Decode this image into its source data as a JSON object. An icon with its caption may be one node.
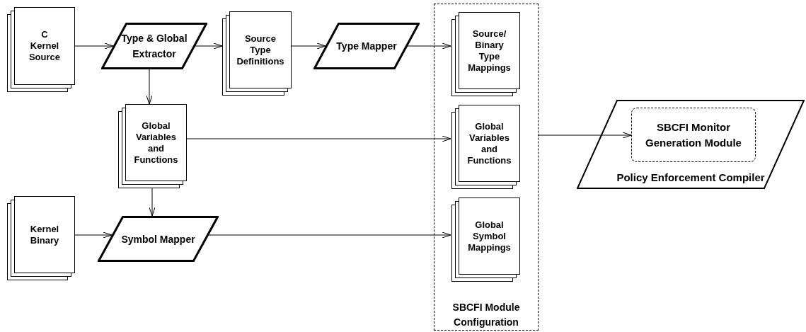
{
  "diagram": {
    "nodes": [
      {
        "text": [
          "C Kernel Source"
        ]
      },
      {
        "text": [
          "Type & Global Extractor"
        ]
      },
      {
        "text": [
          "Source Type Definitions"
        ]
      },
      {
        "text": [
          "Type Mapper"
        ]
      },
      {
        "text": [
          "SBCFI Module Configuration"
        ]
      },
      {
        "text": [
          "Source/ Binary Type Mappings"
        ],
        "in": 4
      },
      {
        "text": [
          "Global Variables and Functions"
        ],
        "in": 4
      },
      {
        "text": [
          "Global Symbol Mappings"
        ],
        "in": 4
      },
      {
        "text": [
          "Global Variables and Functions"
        ]
      },
      {
        "text": [
          "Kernel Binary"
        ]
      },
      {
        "text": [
          "Symbol Mapper"
        ]
      },
      {
        "text": [
          "Policy Enforcement Compiler"
        ]
      },
      {
        "text": [
          "SBCFI Monitor Generation Module"
        ],
        "in": 11
      }
    ],
    "edges": [
      {
        "from": 0,
        "to": 1,
        "arrow": "to"
      },
      {
        "from": 1,
        "to": 2,
        "arrow": "to"
      },
      {
        "from": 2,
        "to": 3,
        "arrow": "to"
      },
      {
        "from": 3,
        "to": 5,
        "arrow": "to"
      },
      {
        "from": 1,
        "to": 8,
        "arrow": "to"
      },
      {
        "from": 8,
        "to": 6,
        "arrow": "to"
      },
      {
        "from": 8,
        "to": 10,
        "arrow": "to"
      },
      {
        "from": 9,
        "to": 10,
        "arrow": "to"
      },
      {
        "from": 10,
        "to": 7,
        "arrow": "to"
      },
      {
        "from": 4,
        "to": 12,
        "arrow": "to"
      }
    ]
  }
}
